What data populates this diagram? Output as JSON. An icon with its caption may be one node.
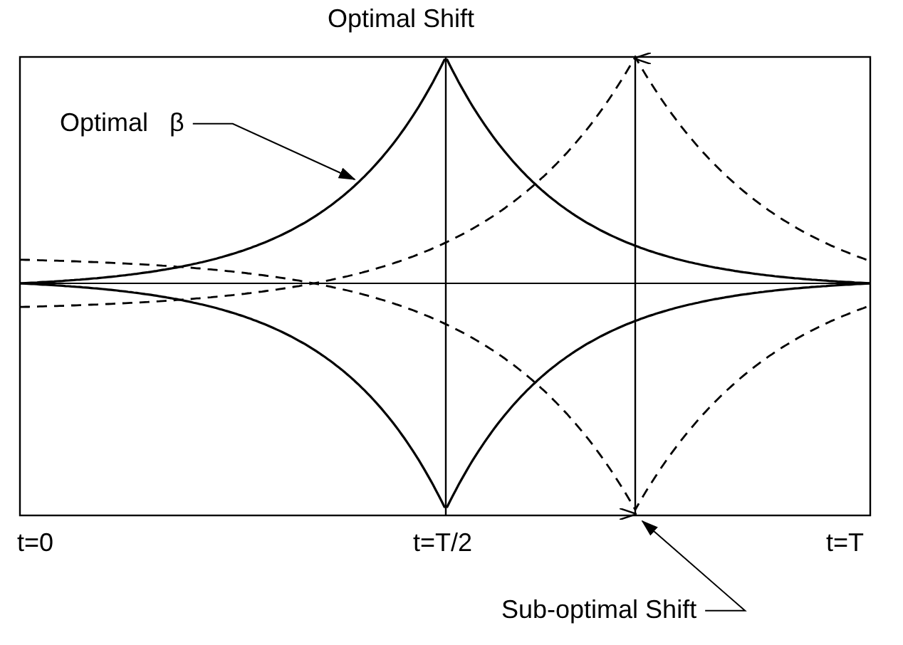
{
  "diagram": {
    "nodes": [
      {
        "text": [
          "Optimal β"
        ]
      },
      {
        "text": [
          "Sub-optimal Shift"
        ]
      }
    ],
    "edges": [
      {
        "from": 0,
        "to": null,
        "arrow": "to"
      },
      {
        "from": 1,
        "to": null,
        "arrow": "to"
      }
    ],
    "labels": [
      "Optimal Shift",
      "t=0",
      "t=T/2",
      "t=T"
    ]
  }
}
